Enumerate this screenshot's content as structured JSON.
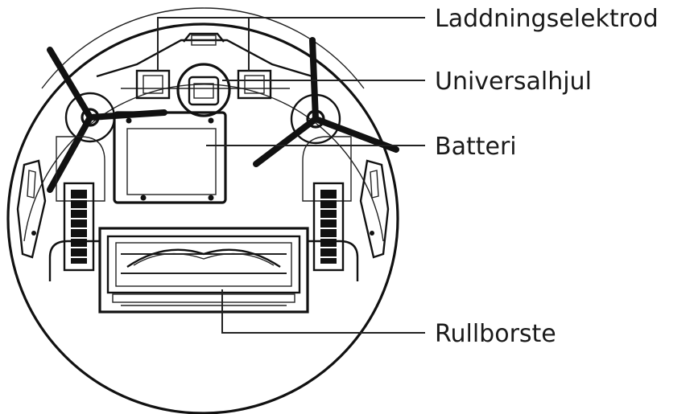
{
  "labels": {
    "charging_electrode": "Laddningselektrod",
    "universal_wheel": "Universalhjul",
    "battery": "Batteri",
    "roller_brush": "Rullborste"
  }
}
